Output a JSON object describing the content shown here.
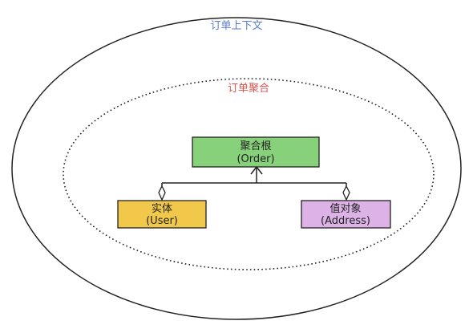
{
  "diagram": {
    "context_label": "订单上下文",
    "aggregate_label": "订单聚合",
    "root": {
      "title": "聚合根",
      "subtitle": "(Order)",
      "fill": "#88d17b"
    },
    "entity": {
      "title": "实体",
      "subtitle": "(User)",
      "fill": "#f1c84a"
    },
    "value_object": {
      "title": "值对象",
      "subtitle": "(Address)",
      "fill": "#ddb2e6"
    },
    "colors": {
      "context_label": "#5b7bd6",
      "aggregate_label": "#d9534f",
      "stroke": "#222222"
    }
  }
}
